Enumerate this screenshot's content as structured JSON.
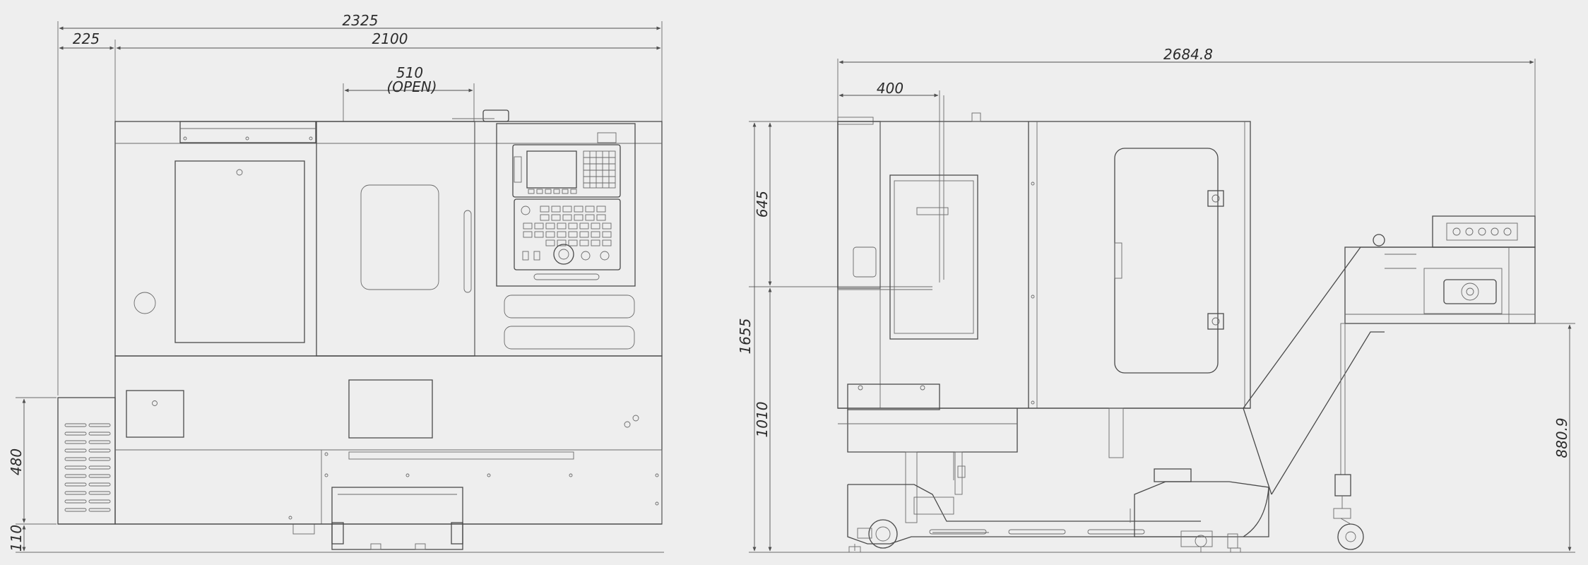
{
  "drawing": {
    "front_view": {
      "dims": {
        "overall_width": "2325",
        "left_offset": "225",
        "main_width": "2100",
        "door_open": "510",
        "door_open_note": "(OPEN)",
        "lower_height": "480",
        "base_height": "110"
      }
    },
    "side_view": {
      "dims": {
        "overall_depth": "2684.8",
        "left_depth": "400",
        "upper_height": "645",
        "total_height": "1655",
        "cabinet_height": "1010",
        "conveyor_height": "880.9"
      }
    }
  },
  "colors": {
    "background": "#eeeeee",
    "line": "#4a4a4a",
    "text": "#2c2c2c"
  }
}
